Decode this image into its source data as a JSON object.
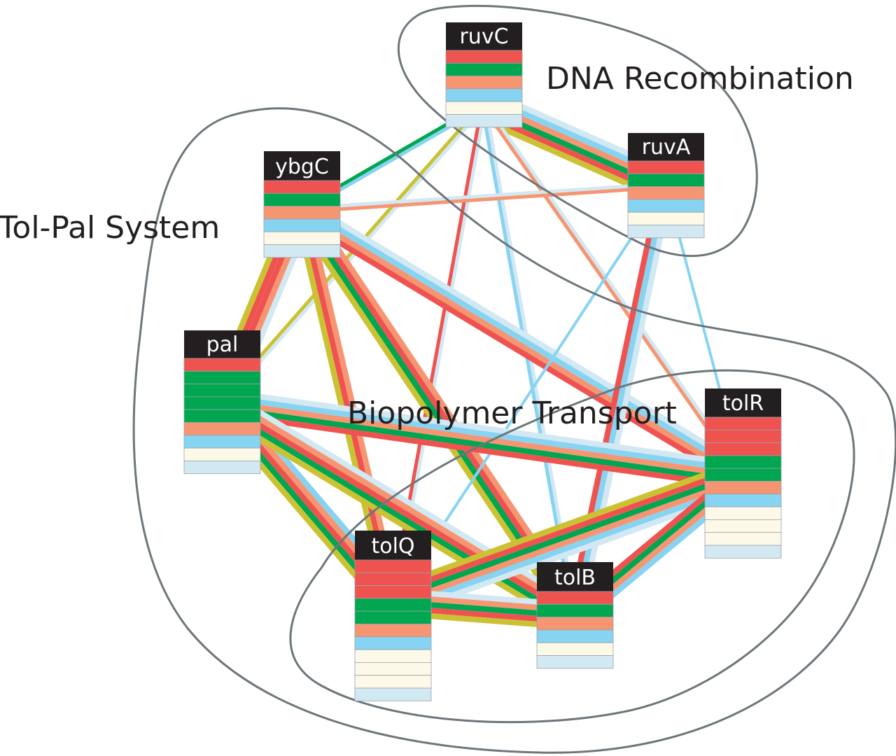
{
  "colors": {
    "red": "#ef5350",
    "green": "#00a650",
    "orange": "#f69572",
    "blue": "#87d3f2",
    "cream": "#fdf9e8",
    "lightblue": "#d2e8f2",
    "olive": "#cbc233",
    "header": "#231f20",
    "cluster_outline": "#6d767b"
  },
  "clusters": [
    {
      "id": "dna-recombination",
      "label": "DNA Recombination"
    },
    {
      "id": "tol-pal-system",
      "label": "Tol-Pal System"
    },
    {
      "id": "biopolymer-transport",
      "label": "Biopolymer Transport"
    }
  ],
  "nodes": [
    {
      "id": "ruvC",
      "label": "ruvC",
      "rows": [
        "red",
        "green",
        "orange",
        "blue",
        "cream",
        "lightblue"
      ]
    },
    {
      "id": "ruvA",
      "label": "ruvA",
      "rows": [
        "red",
        "green",
        "orange",
        "blue",
        "cream",
        "lightblue"
      ]
    },
    {
      "id": "ybgC",
      "label": "ybgC",
      "rows": [
        "red",
        "green",
        "orange",
        "blue",
        "cream",
        "lightblue"
      ]
    },
    {
      "id": "pal",
      "label": "pal",
      "rows": [
        "red",
        "green",
        "green",
        "green",
        "green",
        "orange",
        "blue",
        "cream",
        "lightblue"
      ]
    },
    {
      "id": "tolR",
      "label": "tolR",
      "rows": [
        "red",
        "red",
        "red",
        "green",
        "green",
        "orange",
        "blue",
        "cream",
        "cream",
        "cream",
        "lightblue"
      ]
    },
    {
      "id": "tolQ",
      "label": "tolQ",
      "rows": [
        "red",
        "red",
        "red",
        "green",
        "green",
        "orange",
        "blue",
        "cream",
        "cream",
        "cream",
        "lightblue"
      ]
    },
    {
      "id": "tolB",
      "label": "tolB",
      "rows": [
        "red",
        "green",
        "orange",
        "blue",
        "cream",
        "lightblue"
      ]
    }
  ],
  "edges": [
    {
      "source": "ruvC",
      "target": "ruvA",
      "bands": [
        "lightblue",
        "blue",
        "orange",
        "green",
        "red",
        "olive"
      ]
    },
    {
      "source": "ruvC",
      "target": "ybgC",
      "bands": [
        "blue",
        "green"
      ]
    },
    {
      "source": "ruvC",
      "target": "pal",
      "bands": [
        "lightblue",
        "olive"
      ]
    },
    {
      "source": "ruvC",
      "target": "tolQ",
      "bands": [
        "lightblue",
        "red"
      ]
    },
    {
      "source": "ruvC",
      "target": "tolB",
      "bands": [
        "lightblue",
        "blue"
      ]
    },
    {
      "source": "ruvC",
      "target": "tolR",
      "bands": [
        "lightblue",
        "orange"
      ]
    },
    {
      "source": "ruvC",
      "target": "tolR-path",
      "bands": []
    },
    {
      "source": "ybgC",
      "target": "ruvA",
      "bands": [
        "lightblue",
        "orange"
      ]
    },
    {
      "source": "ybgC",
      "target": "pal",
      "bands": [
        "lightblue",
        "orange",
        "red",
        "red",
        "olive"
      ]
    },
    {
      "source": "ybgC",
      "target": "tolR",
      "bands": [
        "lightblue",
        "blue",
        "orange",
        "red"
      ]
    },
    {
      "source": "ybgC",
      "target": "tolQ",
      "bands": [
        "orange",
        "red",
        "olive"
      ]
    },
    {
      "source": "ybgC",
      "target": "tolB",
      "bands": [
        "lightblue",
        "blue",
        "olive"
      ]
    },
    {
      "source": "ybgC",
      "target": "tolB",
      "bands": [
        "orange",
        "red",
        "green",
        "olive"
      ]
    },
    {
      "source": "ruvA",
      "target": "tolQ",
      "bands": [
        "blue"
      ]
    },
    {
      "source": "ruvA",
      "target": "tolB",
      "bands": [
        "lightblue",
        "blue",
        "red"
      ]
    },
    {
      "source": "ruvA",
      "target": "tolR",
      "bands": [
        "blue"
      ]
    },
    {
      "source": "pal",
      "target": "tolR",
      "bands": [
        "lightblue",
        "blue",
        "orange",
        "green",
        "red"
      ]
    },
    {
      "source": "pal",
      "target": "tolQ",
      "bands": [
        "blue",
        "orange",
        "red",
        "green",
        "olive"
      ]
    },
    {
      "source": "pal",
      "target": "tolB",
      "bands": [
        "lightblue",
        "orange",
        "red",
        "green",
        "olive"
      ]
    },
    {
      "source": "tolR",
      "target": "tolQ",
      "bands": [
        "lightblue",
        "blue",
        "orange",
        "green",
        "red",
        "olive"
      ]
    },
    {
      "source": "tolR",
      "target": "tolB",
      "bands": [
        "blue",
        "orange",
        "green",
        "red"
      ]
    },
    {
      "source": "tolQ",
      "target": "tolB",
      "bands": [
        "lightblue",
        "orange",
        "green",
        "red",
        "olive"
      ]
    }
  ]
}
